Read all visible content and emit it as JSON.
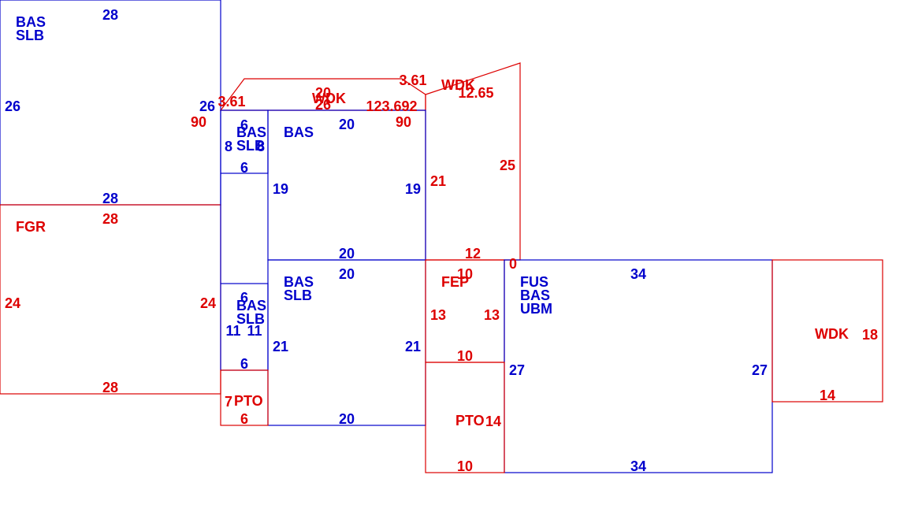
{
  "colors": {
    "blue": "#0000cc",
    "red": "#dd0000"
  },
  "areas": [
    {
      "key": "bas-slb-top-left",
      "color": "blue",
      "label_lines": [
        "BAS",
        "SLB"
      ]
    },
    {
      "key": "bas-slb-small-upper",
      "color": "blue",
      "label_lines": [
        "BAS",
        "SLB"
      ]
    },
    {
      "key": "bas-upper-middle",
      "color": "blue",
      "label_lines": [
        "BAS"
      ]
    },
    {
      "key": "wdk-top-strip",
      "color": "red",
      "label_lines": [
        "WDK"
      ]
    },
    {
      "key": "wdk-upper-right",
      "color": "red",
      "label_lines": [
        "WDK"
      ]
    },
    {
      "key": "fgr",
      "color": "red",
      "label_lines": [
        "FGR"
      ]
    },
    {
      "key": "bas-slb-small-lower",
      "color": "blue",
      "label_lines": [
        "BAS",
        "SLB"
      ]
    },
    {
      "key": "bas-slb-lower-middle",
      "color": "blue",
      "label_lines": [
        "BAS",
        "SLB"
      ]
    },
    {
      "key": "fep",
      "color": "red",
      "label_lines": [
        "FEP"
      ]
    },
    {
      "key": "fus-bas-ubm",
      "color": "blue",
      "label_lines": [
        "FUS",
        "BAS",
        "UBM"
      ]
    },
    {
      "key": "wdk-right",
      "color": "red",
      "label_lines": [
        "WDK"
      ]
    },
    {
      "key": "pto-small",
      "color": "red",
      "label_lines": [
        "PTO"
      ]
    },
    {
      "key": "pto-large",
      "color": "red",
      "label_lines": [
        "PTO"
      ]
    }
  ],
  "dimensions": [
    {
      "key": "top-left-top",
      "color": "blue",
      "text": "28"
    },
    {
      "key": "top-left-left",
      "color": "blue",
      "text": "26"
    },
    {
      "key": "top-left-right",
      "color": "blue",
      "text": "26"
    },
    {
      "key": "top-left-bottom",
      "color": "blue",
      "text": "28"
    },
    {
      "key": "strip-left-diag",
      "color": "red",
      "text": "3.61"
    },
    {
      "key": "strip-left-angle",
      "color": "red",
      "text": "90"
    },
    {
      "key": "strip-top",
      "color": "red",
      "text": "20"
    },
    {
      "key": "strip-bottom",
      "color": "red",
      "text": "26"
    },
    {
      "key": "strip-right-diag",
      "color": "red",
      "text": "3.61"
    },
    {
      "key": "strip-right-angle",
      "color": "red",
      "text": "123.692"
    },
    {
      "key": "strip-right-90",
      "color": "red",
      "text": "90"
    },
    {
      "key": "wdk-ur-diag",
      "color": "red",
      "text": "12.65"
    },
    {
      "key": "wdk-ur-right",
      "color": "red",
      "text": "25"
    },
    {
      "key": "wdk-ur-left",
      "color": "red",
      "text": "21"
    },
    {
      "key": "wdk-ur-bottom",
      "color": "red",
      "text": "12"
    },
    {
      "key": "wdk-ur-zero",
      "color": "red",
      "text": "0"
    },
    {
      "key": "small-upper-top",
      "color": "blue",
      "text": "6"
    },
    {
      "key": "small-upper-left",
      "color": "blue",
      "text": "8"
    },
    {
      "key": "small-upper-right",
      "color": "blue",
      "text": "8"
    },
    {
      "key": "small-upper-bottom",
      "color": "blue",
      "text": "6"
    },
    {
      "key": "upper-mid-top",
      "color": "blue",
      "text": "20"
    },
    {
      "key": "upper-mid-left",
      "color": "blue",
      "text": "19"
    },
    {
      "key": "upper-mid-right",
      "color": "blue",
      "text": "19"
    },
    {
      "key": "upper-mid-bottom",
      "color": "blue",
      "text": "20"
    },
    {
      "key": "fgr-top",
      "color": "red",
      "text": "28"
    },
    {
      "key": "fgr-left",
      "color": "red",
      "text": "24"
    },
    {
      "key": "fgr-right",
      "color": "red",
      "text": "24"
    },
    {
      "key": "fgr-bottom",
      "color": "red",
      "text": "28"
    },
    {
      "key": "small-lower-top",
      "color": "blue",
      "text": "6"
    },
    {
      "key": "small-lower-left",
      "color": "blue",
      "text": "11"
    },
    {
      "key": "small-lower-right",
      "color": "blue",
      "text": "11"
    },
    {
      "key": "small-lower-bottom",
      "color": "blue",
      "text": "6"
    },
    {
      "key": "lower-mid-top",
      "color": "blue",
      "text": "20"
    },
    {
      "key": "lower-mid-left",
      "color": "blue",
      "text": "21"
    },
    {
      "key": "lower-mid-right",
      "color": "blue",
      "text": "21"
    },
    {
      "key": "lower-mid-bottom",
      "color": "blue",
      "text": "20"
    },
    {
      "key": "fep-top",
      "color": "red",
      "text": "10"
    },
    {
      "key": "fep-left",
      "color": "red",
      "text": "13"
    },
    {
      "key": "fep-right",
      "color": "red",
      "text": "13"
    },
    {
      "key": "fep-bottom",
      "color": "red",
      "text": "10"
    },
    {
      "key": "fus-top",
      "color": "blue",
      "text": "34"
    },
    {
      "key": "fus-left",
      "color": "blue",
      "text": "27"
    },
    {
      "key": "fus-right",
      "color": "blue",
      "text": "27"
    },
    {
      "key": "fus-bottom",
      "color": "blue",
      "text": "34"
    },
    {
      "key": "wdk-right-right",
      "color": "red",
      "text": "18"
    },
    {
      "key": "wdk-right-bottom",
      "color": "red",
      "text": "14"
    },
    {
      "key": "pto-small-left",
      "color": "red",
      "text": "7"
    },
    {
      "key": "pto-small-bottom",
      "color": "red",
      "text": "6"
    },
    {
      "key": "pto-large-right",
      "color": "red",
      "text": "14"
    },
    {
      "key": "pto-large-bottom",
      "color": "red",
      "text": "10"
    }
  ]
}
